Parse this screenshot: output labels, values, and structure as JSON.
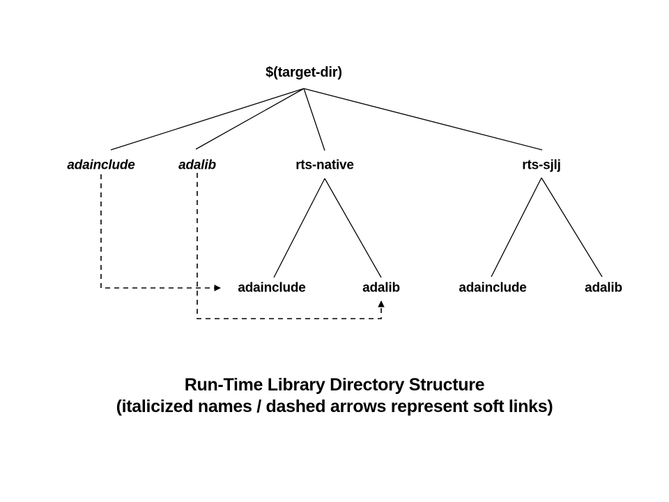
{
  "figure": {
    "title": "Run-Time Library Directory Structure",
    "subtitle": "(italicized names / dashed arrows represent soft links)",
    "line_color": "#000000",
    "background_color": "#ffffff"
  },
  "tree": {
    "root": {
      "label": "$(target-dir)",
      "style": "bold"
    },
    "level2": [
      {
        "label": "adainclude",
        "style": "bold-italic",
        "soft_link": true
      },
      {
        "label": "adalib",
        "style": "bold-italic",
        "soft_link": true
      },
      {
        "label": "rts-native",
        "style": "bold",
        "soft_link": false
      },
      {
        "label": "rts-sjlj",
        "style": "bold",
        "soft_link": false
      }
    ],
    "level3": [
      {
        "label": "adainclude",
        "style": "bold",
        "parent": "rts-native"
      },
      {
        "label": "adalib",
        "style": "bold",
        "parent": "rts-native"
      },
      {
        "label": "adainclude",
        "style": "bold",
        "parent": "rts-sjlj"
      },
      {
        "label": "adalib",
        "style": "bold",
        "parent": "rts-sjlj"
      }
    ]
  },
  "soft_links": [
    {
      "from": "adainclude",
      "to": "rts-native/adainclude"
    },
    {
      "from": "adalib",
      "to": "rts-native/adalib"
    }
  ]
}
